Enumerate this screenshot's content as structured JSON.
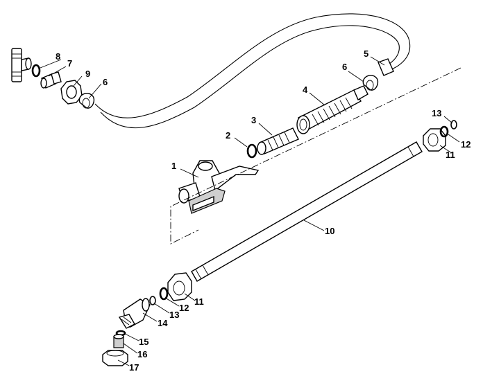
{
  "callouts": [
    {
      "id": "c1",
      "label": "1"
    },
    {
      "id": "c2",
      "label": "2"
    },
    {
      "id": "c3",
      "label": "3"
    },
    {
      "id": "c4",
      "label": "4"
    },
    {
      "id": "c5",
      "label": "5"
    },
    {
      "id": "c6a",
      "label": "6"
    },
    {
      "id": "c6b",
      "label": "6"
    },
    {
      "id": "c7",
      "label": "7"
    },
    {
      "id": "c8",
      "label": "8"
    },
    {
      "id": "c9",
      "label": "9"
    },
    {
      "id": "c10",
      "label": "10"
    },
    {
      "id": "c11a",
      "label": "11"
    },
    {
      "id": "c11b",
      "label": "11"
    },
    {
      "id": "c12a",
      "label": "12"
    },
    {
      "id": "c12b",
      "label": "12"
    },
    {
      "id": "c13a",
      "label": "13"
    },
    {
      "id": "c13b",
      "label": "13"
    },
    {
      "id": "c14",
      "label": "14"
    },
    {
      "id": "c15",
      "label": "15"
    },
    {
      "id": "c16",
      "label": "16"
    },
    {
      "id": "c17",
      "label": "17"
    }
  ]
}
